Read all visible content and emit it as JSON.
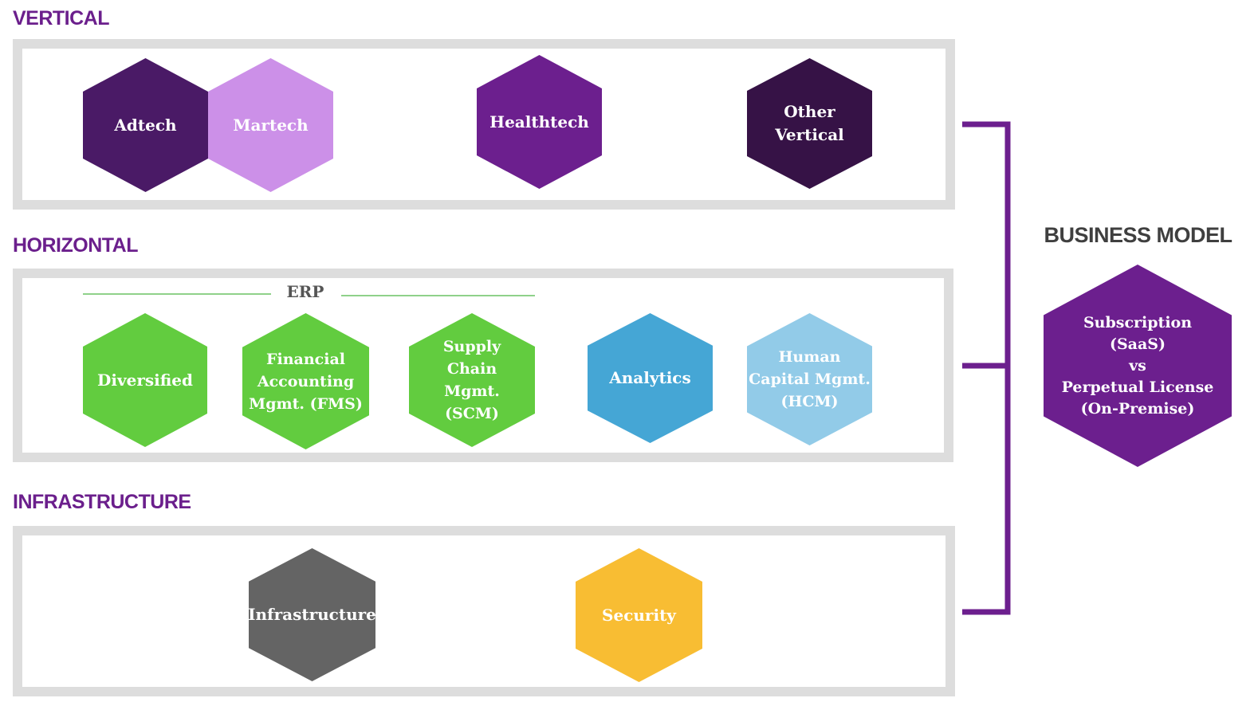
{
  "sections": {
    "vertical": {
      "title": "VERTICAL",
      "items": [
        "Adtech",
        "Martech",
        "Healthtech",
        "Other\nVertical"
      ]
    },
    "horizontal": {
      "title": "HORIZONTAL",
      "group_label": "ERP",
      "items": [
        "Diversified",
        "Financial\nAccounting\nMgmt. (FMS)",
        "Supply\nChain\nMgmt.\n(SCM)",
        "Analytics",
        "Human\nCapital Mgmt.\n(HCM)"
      ]
    },
    "infrastructure": {
      "title": "INFRASTRUCTURE",
      "items": [
        "Infrastructure",
        "Security"
      ]
    }
  },
  "business_model": {
    "title": "BUSINESS MODEL",
    "label": "Subscription\n(SaaS)\nvs\nPerpetual License\n(On-Premise)"
  },
  "colors": {
    "section_title": "#6b1f8c",
    "panel_border": "#dddddd",
    "adtech": "#4a1a66",
    "martech": "#cc90e8",
    "healthtech": "#6c1f8e",
    "other_vertical": "#361246",
    "erp_green": "#62cc3f",
    "analytics": "#45a6d5",
    "hcm": "#92cbe8",
    "infrastructure": "#646464",
    "security": "#f8bd33",
    "business_model": "#6c1f8e",
    "connector": "#6c1f8e",
    "erp_line": "#8fd18a"
  }
}
